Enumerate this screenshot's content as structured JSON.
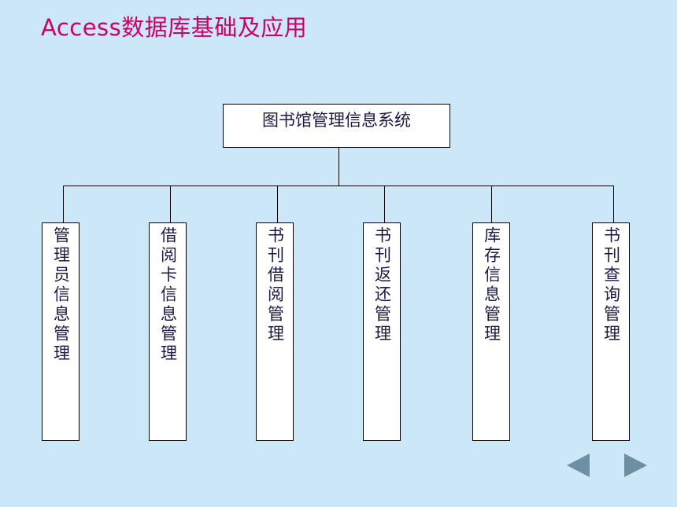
{
  "slide": {
    "title": "Access数据库基础及应用"
  },
  "diagram": {
    "root": "图书馆管理信息系统",
    "children": [
      "管理员信息管理",
      "借阅卡信息管理",
      "书刊借阅管理",
      "书刊返还管理",
      "库存信息管理",
      "书刊查询管理"
    ]
  },
  "navigation": {
    "prev_icon": "triangle-left-icon",
    "next_icon": "triangle-right-icon",
    "color": "#6e8fa3"
  },
  "colors": {
    "background": "#cce8f8",
    "title": "#cc0066",
    "box_text": "#1a1a4a"
  }
}
